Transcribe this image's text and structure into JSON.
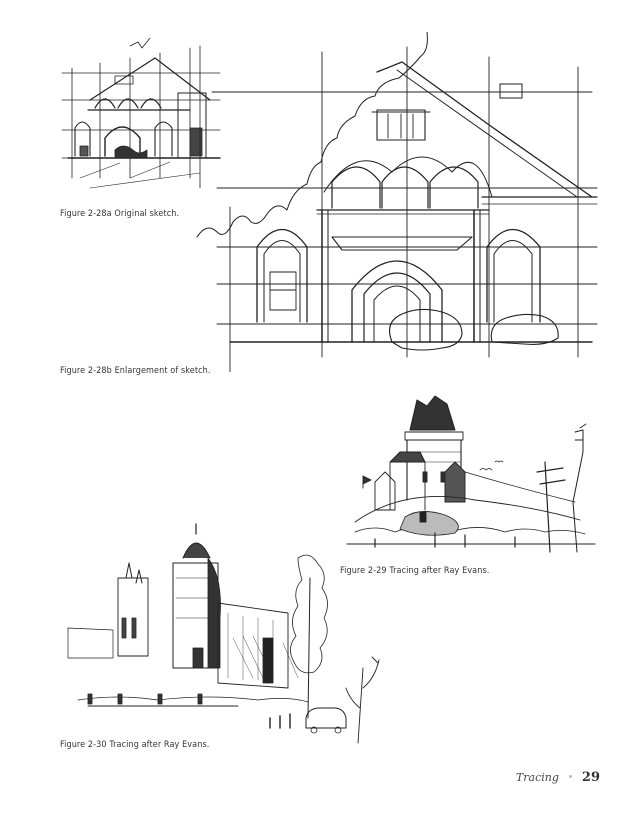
{
  "figures": [
    {
      "id": "2-28a",
      "caption": "Figure 2-28a  Original sketch."
    },
    {
      "id": "2-28b",
      "caption": "Figure 2-28b  Enlargement of sketch."
    },
    {
      "id": "2-29",
      "caption": "Figure 2-29  Tracing after Ray Evans."
    },
    {
      "id": "2-30",
      "caption": "Figure 2-30  Tracing after Ray Evans."
    }
  ],
  "footer": {
    "running_head": "Tracing",
    "page_number": "29"
  }
}
